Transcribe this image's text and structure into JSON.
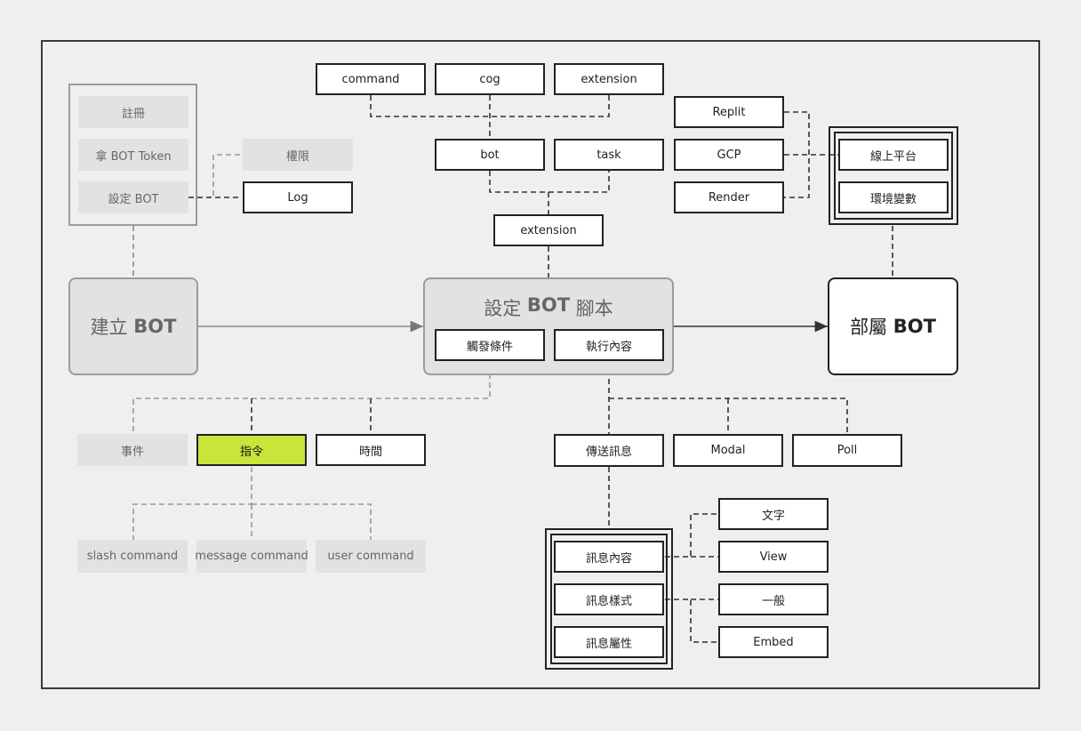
{
  "build_group": {
    "register": "註冊",
    "get_token": "拿 BOT Token",
    "setup_bot": "設定 BOT",
    "permission": "權限",
    "log": "Log"
  },
  "build_bot": {
    "label_cjk": "建立",
    "label_bot": "BOT"
  },
  "script_bot": {
    "label_cjk": "設定",
    "label_bot": "BOT",
    "label_tail": "腳本",
    "trigger": "觸發條件",
    "execute": "執行內容"
  },
  "deploy_bot": {
    "label_cjk": "部屬",
    "label_bot": "BOT"
  },
  "structure": {
    "command": "command",
    "cog": "cog",
    "extension_top": "extension",
    "bot": "bot",
    "task": "task",
    "extension": "extension"
  },
  "hosting": {
    "replit": "Replit",
    "gcp": "GCP",
    "render": "Render",
    "online_platform": "線上平台",
    "env_vars": "環境變數"
  },
  "triggers": {
    "event": "事件",
    "command": "指令",
    "time": "時間",
    "slash_command": "slash command",
    "message_command": "message command",
    "user_command": "user command"
  },
  "actions": {
    "send_message": "傳送訊息",
    "modal": "Modal",
    "poll": "Poll",
    "message_content": "訊息內容",
    "message_style": "訊息樣式",
    "message_attribute": "訊息屬性",
    "text": "文字",
    "view": "View",
    "normal": "一般",
    "embed": "Embed"
  },
  "colors": {
    "highlight": "#c9e43a",
    "grey_box": "#e2e2e2",
    "border": "#222222",
    "background": "#efefef"
  }
}
